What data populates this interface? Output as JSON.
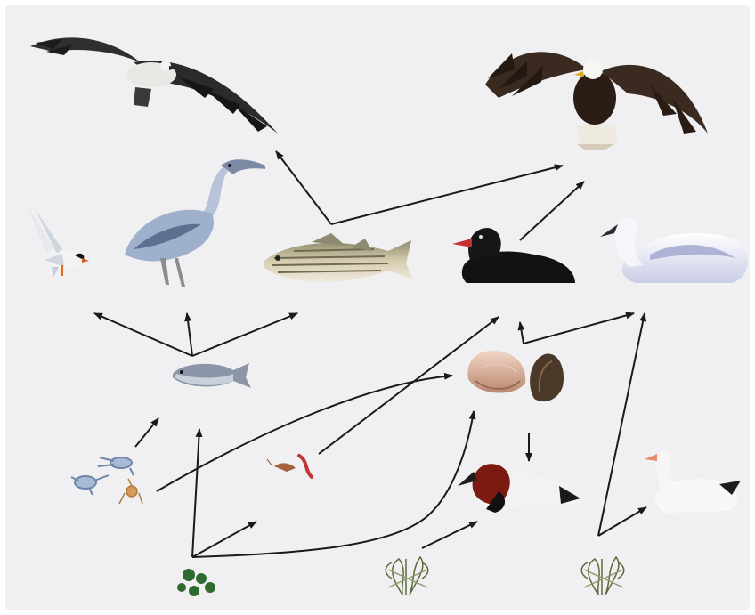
{
  "diagram": {
    "type": "food-web",
    "nodes": [
      {
        "id": "osprey",
        "icon": "osprey-icon"
      },
      {
        "id": "bald-eagle",
        "icon": "bald-eagle-icon"
      },
      {
        "id": "tern",
        "icon": "tern-icon"
      },
      {
        "id": "great-blue-heron",
        "icon": "heron-icon"
      },
      {
        "id": "striped-bass",
        "icon": "striped-bass-icon"
      },
      {
        "id": "black-duck",
        "icon": "black-duck-icon"
      },
      {
        "id": "tundra-swan",
        "icon": "swan-icon"
      },
      {
        "id": "small-fish",
        "icon": "small-fish-icon"
      },
      {
        "id": "clam",
        "icon": "clam-icon"
      },
      {
        "id": "mussel",
        "icon": "mussel-icon"
      },
      {
        "id": "zooplankton",
        "icon": "zooplankton-icon"
      },
      {
        "id": "worm-and-shrimp",
        "icon": "worm-shrimp-icon"
      },
      {
        "id": "canvasback-duck",
        "icon": "canvasback-icon"
      },
      {
        "id": "snow-goose",
        "icon": "snow-goose-icon"
      },
      {
        "id": "phytoplankton",
        "icon": "phytoplankton-icon"
      },
      {
        "id": "seagrass-left",
        "icon": "seagrass-icon"
      },
      {
        "id": "seagrass-right",
        "icon": "seagrass-icon"
      }
    ],
    "edges": [
      {
        "from": "striped-bass",
        "to": "osprey"
      },
      {
        "from": "striped-bass",
        "to": "bald-eagle"
      },
      {
        "from": "black-duck",
        "to": "bald-eagle"
      },
      {
        "from": "small-fish",
        "to": "tern"
      },
      {
        "from": "small-fish",
        "to": "great-blue-heron"
      },
      {
        "from": "small-fish",
        "to": "striped-bass"
      },
      {
        "from": "zooplankton",
        "to": "small-fish"
      },
      {
        "from": "zooplankton",
        "to": "clam"
      },
      {
        "from": "worm-and-shrimp",
        "to": "black-duck"
      },
      {
        "from": "clam",
        "to": "black-duck"
      },
      {
        "from": "clam",
        "to": "tundra-swan"
      },
      {
        "from": "clam",
        "to": "canvasback-duck"
      },
      {
        "from": "phytoplankton",
        "to": "small-fish"
      },
      {
        "from": "phytoplankton",
        "to": "worm-and-shrimp"
      },
      {
        "from": "phytoplankton",
        "to": "clam"
      },
      {
        "from": "seagrass-left",
        "to": "canvasback-duck"
      },
      {
        "from": "seagrass-right",
        "to": "tundra-swan"
      },
      {
        "from": "seagrass-right",
        "to": "snow-goose"
      }
    ]
  },
  "colors": {
    "background": "#f0f0f2",
    "arrow": "#1a1a1a"
  }
}
